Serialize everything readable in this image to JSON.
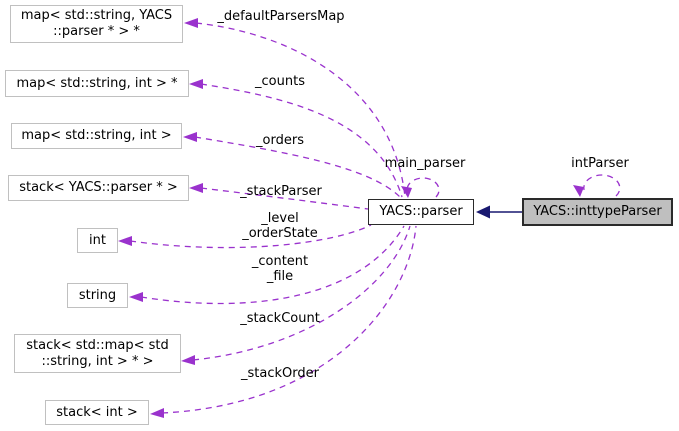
{
  "diagram_kind": "collaboration-graph",
  "current_class": "YACS::inttypeParser",
  "colors": {
    "association_edge": "#9a32cd",
    "inheritance_edge": "#191970",
    "gray_node_border": "#c0c0c0",
    "main_node_border": "#2a2a2a",
    "current_node_fill": "#bfbfbf",
    "background": "#ffffff",
    "text": "#000000"
  },
  "nodes": {
    "map_string_parser": {
      "label": "map< std::string, YACS\n::parser * > *"
    },
    "map_string_int_ptr": {
      "label": "map< std::string, int > *"
    },
    "map_string_int": {
      "label": "map< std::string, int >"
    },
    "stack_parser": {
      "label": "stack< YACS::parser * >"
    },
    "int": {
      "label": "int"
    },
    "string": {
      "label": "string"
    },
    "stack_map": {
      "label": "stack< std::map< std\n::string, int > * >"
    },
    "stack_int": {
      "label": "stack< int >"
    },
    "yacs_parser": {
      "label": "YACS::parser"
    },
    "yacs_inttypeparser": {
      "label": "YACS::inttypeParser"
    }
  },
  "edges": {
    "defaultParsersMap": {
      "label": "_defaultParsersMap",
      "from": "YACS::parser",
      "to": "map< std::string, YACS::parser * > *",
      "style": "dashed"
    },
    "counts": {
      "label": "_counts",
      "from": "YACS::parser",
      "to": "map< std::string, int > *",
      "style": "dashed"
    },
    "orders": {
      "label": "_orders",
      "from": "YACS::parser",
      "to": "map< std::string, int >",
      "style": "dashed"
    },
    "stackParser": {
      "label": "_stackParser",
      "from": "YACS::parser",
      "to": "stack< YACS::parser * >",
      "style": "dashed"
    },
    "level_orderState": {
      "label": "_level\n_orderState",
      "from": "YACS::parser",
      "to": "int",
      "style": "dashed"
    },
    "content_file": {
      "label": "_content\n_file",
      "from": "YACS::parser",
      "to": "string",
      "style": "dashed"
    },
    "stackCount": {
      "label": "_stackCount",
      "from": "YACS::parser",
      "to": "stack< std::map< std::string, int > * >",
      "style": "dashed"
    },
    "stackOrder": {
      "label": "_stackOrder",
      "from": "YACS::parser",
      "to": "stack< int >",
      "style": "dashed"
    },
    "main_parser": {
      "label": "main_parser",
      "from": "YACS::parser",
      "to": "YACS::parser",
      "style": "dashed-selfloop"
    },
    "intParser": {
      "label": "intParser",
      "from": "YACS::inttypeParser",
      "to": "YACS::inttypeParser",
      "style": "dashed-selfloop"
    },
    "inheritance": {
      "label": "",
      "from": "YACS::inttypeParser",
      "to": "YACS::parser",
      "style": "solid"
    }
  }
}
